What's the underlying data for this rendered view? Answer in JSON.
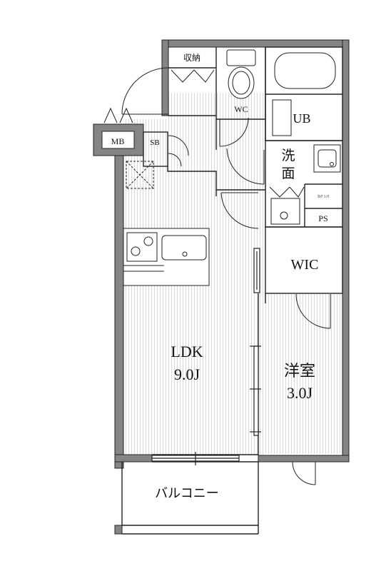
{
  "floorplan": {
    "colors": {
      "wall": "#858585",
      "wall_edge": "#222222",
      "line": "#222222",
      "floor_stripe": "#d9d9d9",
      "background": "#ffffff"
    },
    "labels": {
      "storage": "収納",
      "wc": "WC",
      "ub": "UB",
      "mb": "MB",
      "sb": "SB",
      "washroom_line1": "洗",
      "washroom_line2": "面",
      "washer": "ﾏﾙﾁ ｼﾝｸ",
      "ps": "PS",
      "wic": "WIC",
      "ldk_name": "LDK",
      "ldk_size": "9.0J",
      "western_name": "洋室",
      "western_size": "3.0J",
      "balcony": "バルコニー"
    }
  }
}
